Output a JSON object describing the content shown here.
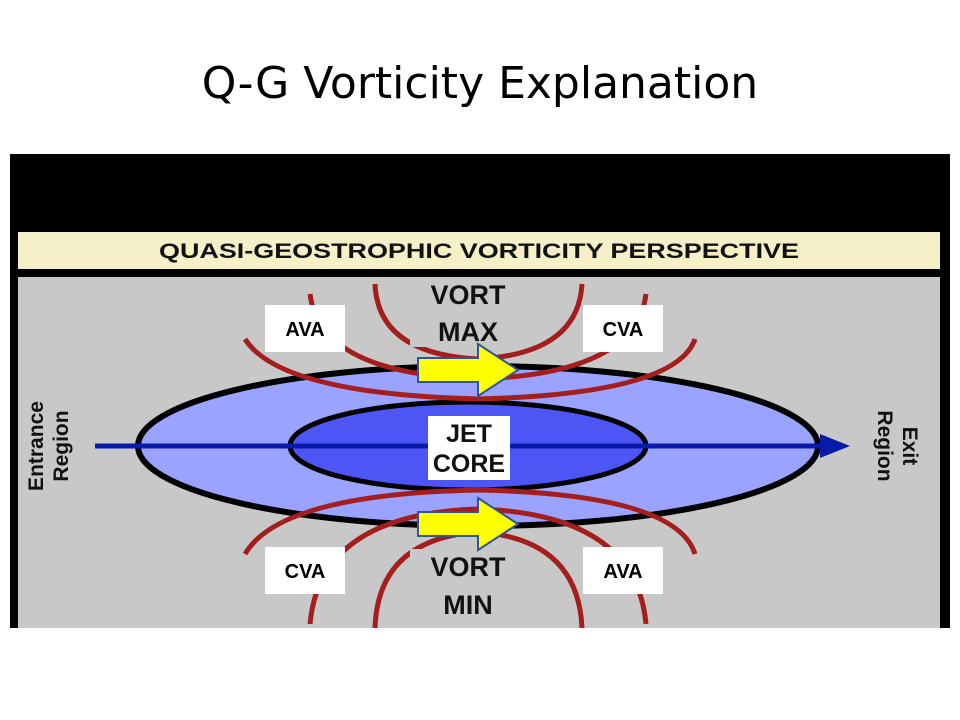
{
  "slide": {
    "title": "Q-G Vorticity Explanation"
  },
  "diagram": {
    "header": "QUASI-GEOSTROPHIC VORTICITY PERSPECTIVE",
    "vort_max": [
      "VORT",
      "MAX"
    ],
    "vort_min": [
      "VORT",
      "MIN"
    ],
    "jet_core": [
      "JET",
      "CORE"
    ],
    "entrance": [
      "Entrance",
      "Region"
    ],
    "exit": [
      "Exit",
      "Region"
    ],
    "labels": {
      "top_left": "AVA",
      "top_right": "CVA",
      "bottom_left": "CVA",
      "bottom_right": "AVA"
    },
    "colors": {
      "outer_jet": "#9aa3ff",
      "inner_jet": "#4d55f5",
      "jet_arrow": "#0a1aa8",
      "contours": "#a51e1e",
      "flow_arrows": "#ffff00",
      "background": "#c8c8c8",
      "header_band": "#f5f0c8"
    }
  }
}
